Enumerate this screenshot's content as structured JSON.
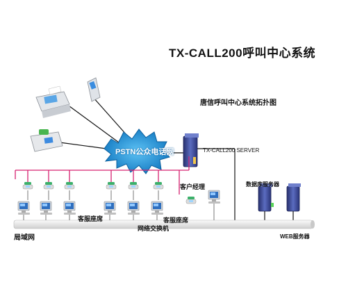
{
  "title": "TX-CALL200呼叫中心系统",
  "subtitle": "唐信呼叫中心系统拓扑图",
  "nodes": {
    "pstn": "PSTN公众电话网",
    "server": "TX-CALL200 SERVER",
    "manager": "客户经理",
    "db_server": "数据库服务器",
    "seat_group_1": "客服座席",
    "seat_group_2": "客服座席",
    "switch": "网络交换机",
    "lan": "局域网",
    "web_server": "WEB服务器"
  },
  "colors": {
    "cloud": "#1e8fd6",
    "phone_line": "#d6206f",
    "network_bar": "#e6e6e6",
    "server": "#3d4f9a"
  },
  "icons": [
    "fax-machine-icon",
    "mobile-phone-icon",
    "desk-phone-icon",
    "server-icon",
    "computer-icon"
  ]
}
